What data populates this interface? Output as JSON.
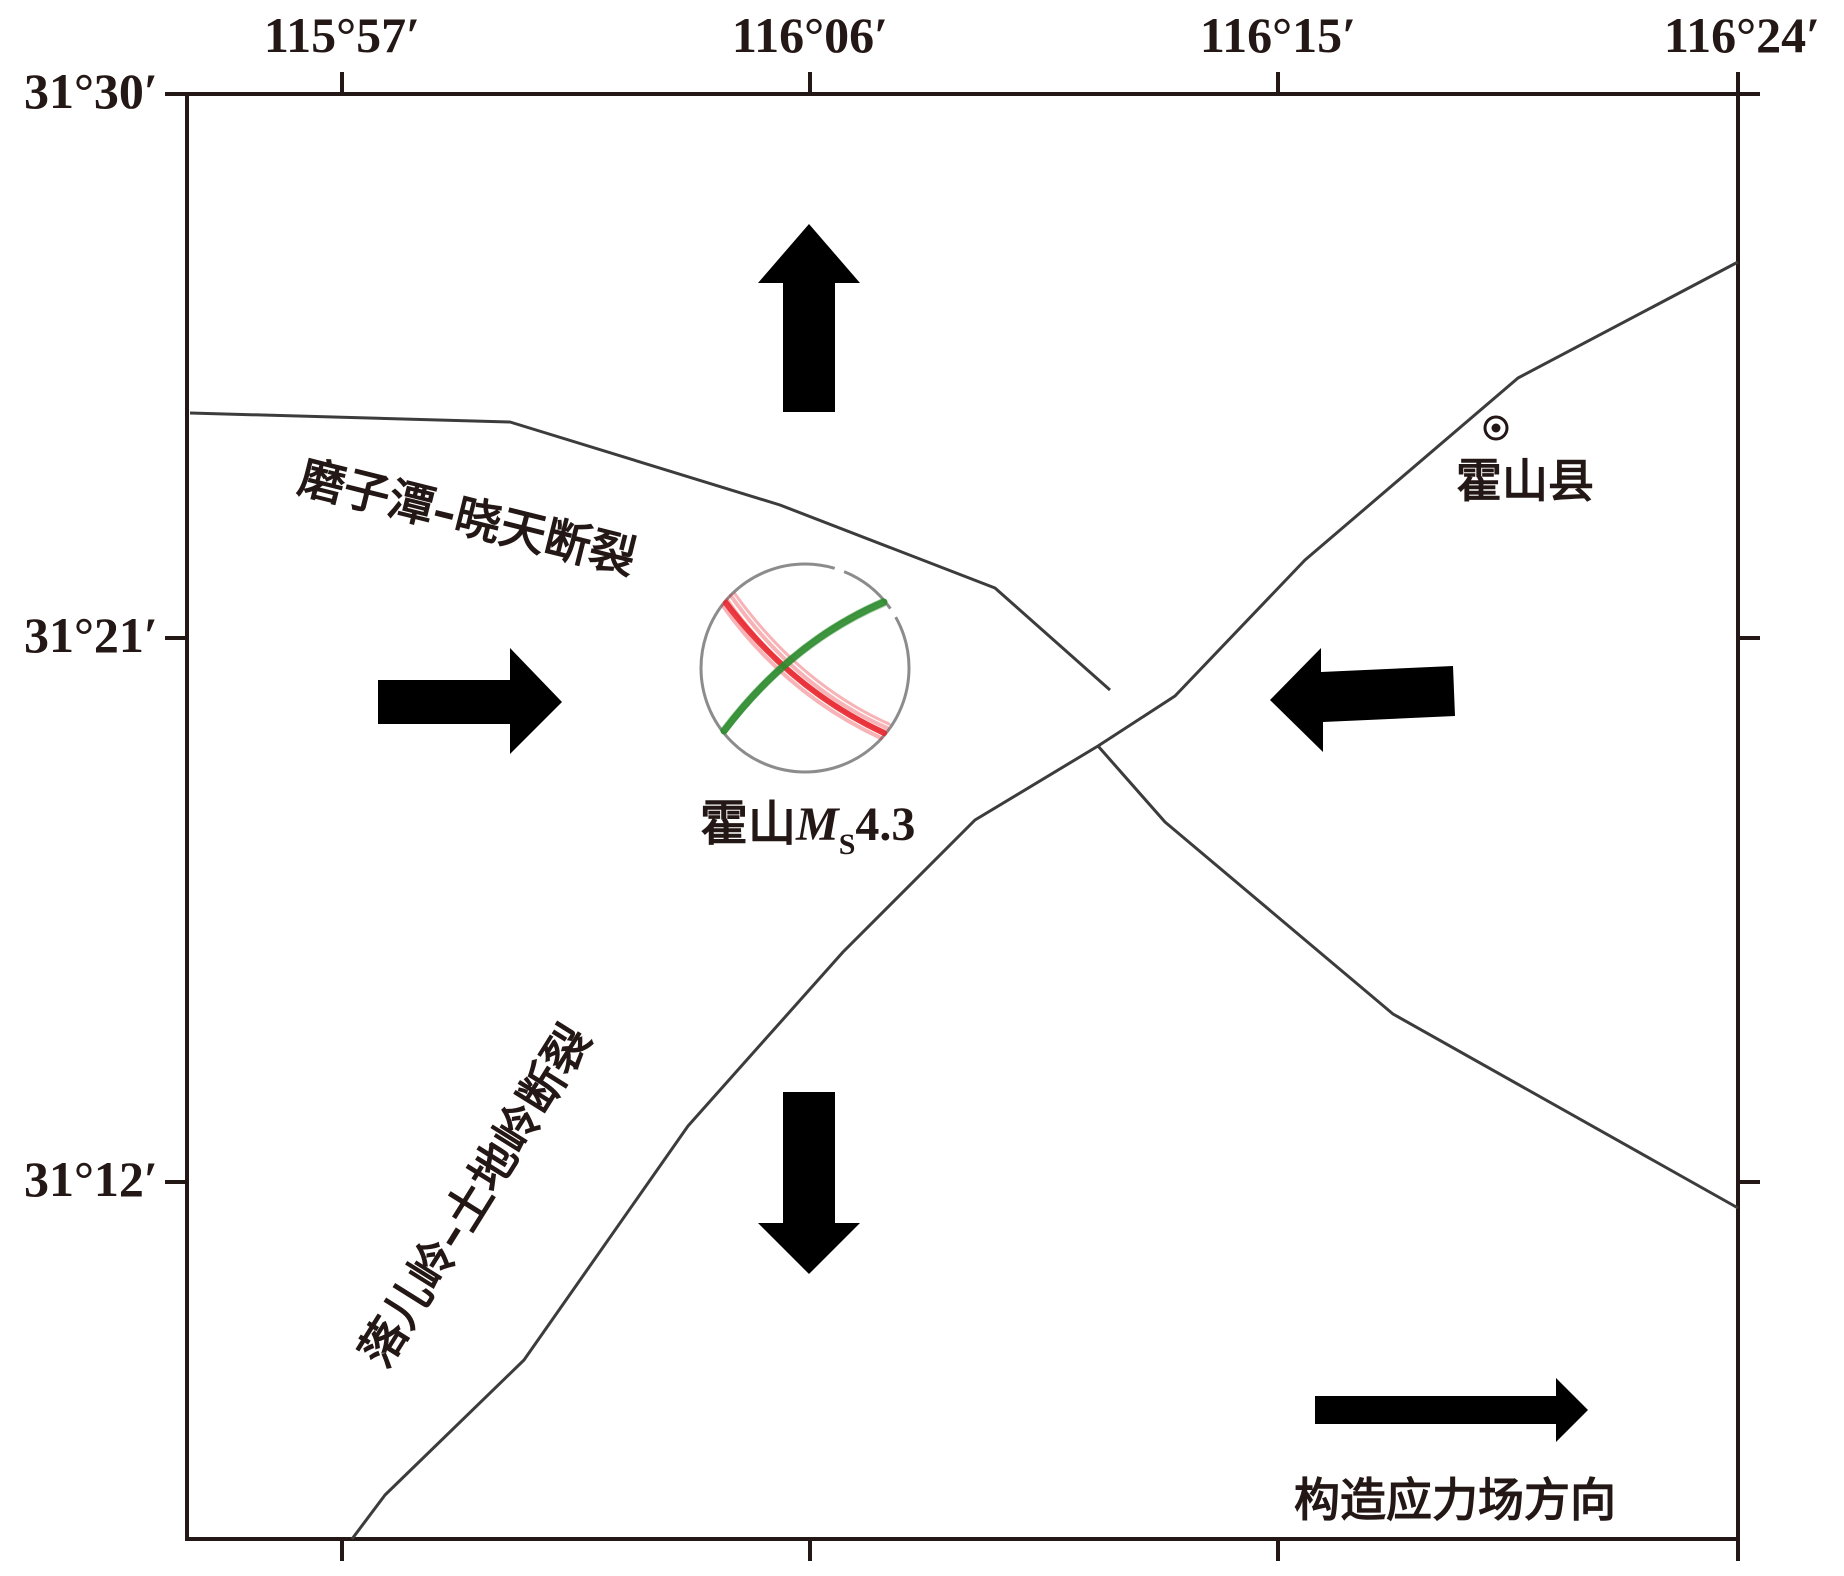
{
  "map": {
    "top_longitudes": [
      "115°57′",
      "116°06′",
      "116°15′",
      "116°24′"
    ],
    "left_latitudes": [
      "31°30′",
      "31°21′",
      "31°12′"
    ],
    "faults": {
      "mozitan_xiaotian": "磨子潭–晓天断裂",
      "luoerling_tudiling": "落儿岭–土地岭断裂"
    },
    "town": {
      "name": "霍山县",
      "symbol": "town-marker-icon"
    },
    "earthquake": {
      "place": "霍山",
      "magnitude_symbol": "M",
      "magnitude_subscript": "S",
      "magnitude_value": "4.3",
      "focal_mechanism_colors": {
        "nodal_plane_1": "#e8262d",
        "nodal_plane_2": "#2e8b2e",
        "outline": "#8c8c8c"
      }
    },
    "legend": {
      "stress_label": "构造应力场方向",
      "arrow_icon": "right-arrow-icon"
    },
    "stress_arrows": [
      "up-arrow-icon",
      "down-arrow-icon",
      "right-arrow-icon",
      "left-arrow-icon"
    ],
    "colors": {
      "frame": "#231815",
      "fault_line": "#3c3c3c",
      "arrow": "#000000"
    }
  }
}
